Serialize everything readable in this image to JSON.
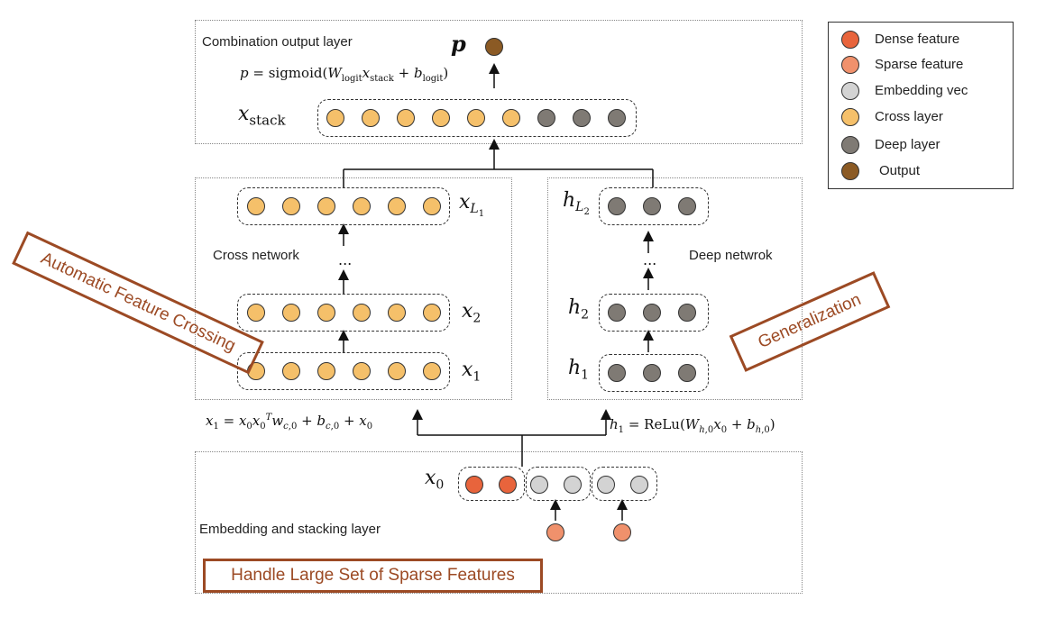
{
  "colors": {
    "dense": "#e8643c",
    "sparse": "#f0916c",
    "embedding": "#d3d3d3",
    "cross": "#f5c06a",
    "deep": "#7f7a74",
    "output": "#8b5a24",
    "callout": "#9c4a24"
  },
  "legend": {
    "items": [
      {
        "label": "Dense feature",
        "color": "#e8643c"
      },
      {
        "label": "Sparse feature",
        "color": "#f0916c"
      },
      {
        "label": "Embedding vec",
        "color": "#d3d3d3"
      },
      {
        "label": "Cross layer",
        "color": "#f5c06a"
      },
      {
        "label": "Deep layer",
        "color": "#7f7a74"
      },
      {
        "label": "Output",
        "color": "#8b5a24"
      }
    ]
  },
  "output_layer": {
    "title": "Combination output layer",
    "p_label": "p",
    "formula": "p = sigmoid(W_logit x_stack + b_logit)",
    "stack_label": "x_stack"
  },
  "cross_network": {
    "title": "Cross network",
    "labels": [
      "x_L1",
      "x_2",
      "x_1"
    ],
    "ellipsis": "...",
    "formula": "x_1 = x_0 x_0^T w_c,0 + b_c,0 + x_0"
  },
  "deep_network": {
    "title": "Deep netwrok",
    "labels": [
      "h_L2",
      "h_2",
      "h_1"
    ],
    "ellipsis": "...",
    "formula": "h_1 = ReLu(W_h,0 x_0 + b_h,0)"
  },
  "embedding_layer": {
    "title": "Embedding and stacking layer",
    "x0_label": "x_0"
  },
  "callouts": {
    "left": "Automatic Feature Crossing",
    "right": "Generalization",
    "bottom": "Handle  Large Set of Sparse Features"
  }
}
